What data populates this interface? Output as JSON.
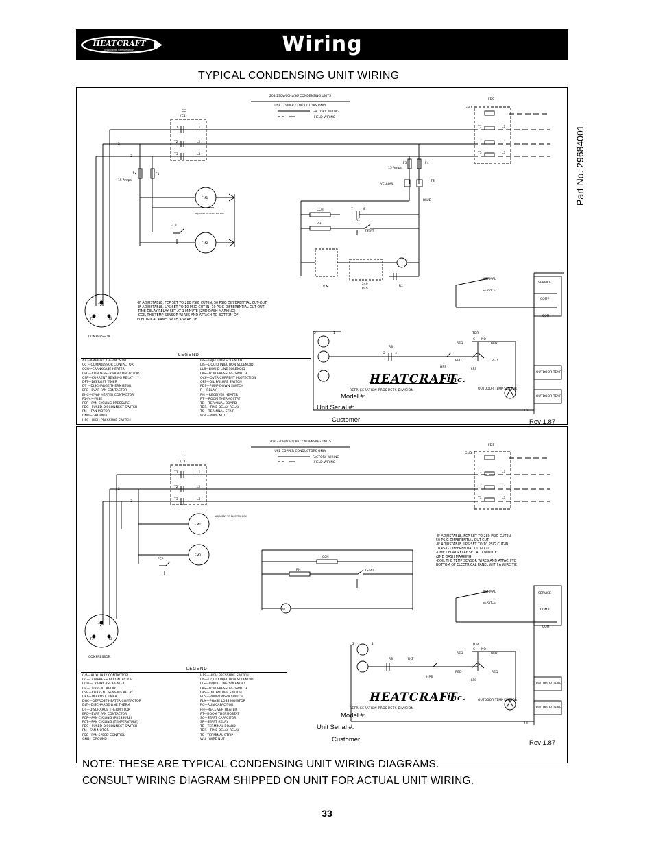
{
  "header": {
    "logo_text": "HEATCRAFT",
    "logo_sub": "Worldwide Refrigeration",
    "title": "Wiring"
  },
  "subtitle": "TYPICAL CONDENSING UNIT WIRING",
  "part_no": "Part No. 29684001",
  "diagram1": {
    "heading": "208-230V/60Hz/3Ø CONDENSING UNITS",
    "copper_note": "USE COPPER CONDUCTORS ONLY",
    "factory_wiring": "FACTORY WIRING",
    "field_wiring": "FIELD WIRING",
    "notes": [
      "-IF ADJUSTABLE, FCP SET TO 280 PSIG CUT-IN, 50 PSIG DIFFERENTIAL CUT-OUT",
      "-IF ADJUSTABLE, LPS SET TO 10 PSIG CUT-IN, 10 PSIG DIFFERENTIAL CUT-OUT",
      "-TIME DELAY RELAY SET AT 1 MINUTE (2ND DASH MARKING)",
      "-COIL THE TEMP SENSOR WIRES AND ATTACH TO BOTTOM OF",
      "  ELECTRICAL PANEL WITH A WIRE TIE"
    ],
    "legend_title": "LEGEND",
    "legend_left": [
      "AT —AMBIENT THERMOSTAT",
      "CC —COMPRESSOR CONTACTOR",
      "CCH—CRANKCASE HEATER",
      "CFC—CONDENSER FAN CONTACTOR",
      "CSR—CURRENT SENSING RELAY",
      "DFT—DEFROST TIMER",
      "DT —DISCHARGE THERMISTOR",
      "EFC—EVAP FAN CONTACTOR",
      "EHC—EVAP HEATER CONTACTOR",
      "F1-F4—FUSE",
      "FCP—FAN CYCLING PRESSURE",
      "FDS—FUSED DISCONNECT SWITCH",
      "FM —FAN MOTOR",
      "GND—GROUND",
      "HPS—HIGH PRESSURE SWITCH"
    ],
    "legend_right": [
      "INS—INJECTION SOLENOID",
      "LIS—LIQUID INJECTION SOLENOID",
      "LLS—LIQUID LINE SOLENOID",
      "LPS—LOW PRESSURE SWITCH",
      "OCP—OVER CURRENT PROTECTION",
      "OFS—OIL FAILURE SWITCH",
      "PDS—PUMP DOWN SWITCH",
      "R —RELAY",
      "RH —RECEIVER HEATER",
      "RT —ROOM THERMOSTAT",
      "TB —TERMINAL BOARD",
      "TDR—TIME DELAY RELAY",
      "TS —TERMINAL STRIP",
      "WN —WIRE NUT"
    ],
    "model": "Model #:",
    "serial": "Unit Serial #:",
    "customer": "Customer:",
    "rev": "Rev 1.87"
  },
  "diagram2": {
    "heading": "208-230V/60Hz/3Ø CONDENSING UNITS",
    "copper_note": "USE COPPER CONDUCTORS ONLY",
    "factory_wiring": "FACTORY WIRING",
    "field_wiring": "FIELD WIRING",
    "notes": [
      "-IF ADJUSTABLE, FCP SET TO 280 PSIG CUT-IN,",
      "  50 PSIG DIFFERENTIAL OUT-CUT",
      "-IF ADJUSTABLE, LPS SET TO 10 PSIG CUT-IN,",
      "  10 PSIG DIFFERENTIAL OUT-OUT",
      "-TIME DELAY RELAY SET AT 1 MINUTE",
      "  (2ND DASH MARKING)",
      "-COIL THE TEMP SENSOR WIRES AND ATTACH TO",
      "  BOTTOM OF ELECTRICAL PANEL WITH A WIRE TIE"
    ],
    "legend_title": "LEGEND",
    "legend_left": [
      "C/A—AUXILIARY CONTACTOR",
      "CC—COMPRESSOR CONTACTOR",
      "CCH—CRANKCASE HEATER",
      "CR—CURRENT RELAY",
      "CSR—CURRENT SENSING RELAY",
      "DFT—DEFROST TIMER",
      "DHC—DEFROST HEATER CONTACTOR",
      "DLT—DISCHARGE LINE THERM",
      "DT—DISCHARGE THERMISTOR",
      "EFC—EVAP FAN CONTACTOR",
      "FCP—FAN CYCLING (PRESSURE)",
      "FCT—FAN CYCLING (TEMPERATURE)",
      "FDS—FUSED DISCONNECT SWITCH",
      "FM—FAN MOTOR",
      "FSC—FAN SPEED CONTROL",
      "GND—GROUND"
    ],
    "legend_right": [
      "HPS—HIGH PRESSURE SWITCH",
      "LIS—LIQUID INJECTION SOLENOID",
      "LLS—LIQUID LINE SOLENOID",
      "LPS—LOW PRESSURE SWITCH",
      "OFS—OIL FAILURE SWITCH",
      "PDS—PUMP DOWN SWITCH",
      "PLM—PHASE LOSS MONITOR",
      "RC—RUN CAPACITOR",
      "RH—RECEIVER HEATER",
      "RT—ROOM THERMOSTAT",
      "SC—START CAPACITOR",
      "SR—START RELAY",
      "TB—TERMINAL BOARD",
      "TDR—TIME DELAY RELAY",
      "TS—TERMINAL STRIP",
      "WN—WIRE NUT"
    ],
    "model": "Model #:",
    "serial": "Unit Serial #:",
    "customer": "Customer:",
    "rev": "Rev 1.87"
  },
  "labels": {
    "fds": "FDS",
    "gnd": "GND",
    "cc": "CC",
    "c1": "(C1)",
    "t1": "T1",
    "t2": "T2",
    "t3": "T3",
    "l1": "L1",
    "l2": "L2",
    "l3": "L3",
    "f1": "F1",
    "f2": "F2",
    "f3": "F3",
    "f4": "F4",
    "amps15": "15 Amps",
    "fm1": "FM1",
    "fm2": "FM2",
    "fcp": "FCP",
    "adjacent": "ADJACENT TO ELECTRIC BOX",
    "yellow": "YELLOW",
    "blue": "BLUE",
    "ts": "TS",
    "cch": "CCH",
    "rh": "RH",
    "r1": "R1",
    "tstat": "TSTAT",
    "dcm": "DCM",
    "ofs": "OFS",
    "v240": "240",
    "normal": "NORMAL",
    "service": "SERVICE",
    "comp": "COMP",
    "com": "COM",
    "tdr": "TDR",
    "red": "RED",
    "no": "NO",
    "c": "C",
    "r8": "R8",
    "hps": "HPS",
    "lps": "LPS",
    "dlt": "DLT",
    "outdoor_temp": "OUTDOOR TEMP",
    "outdoor_temp_sensor": "OUTDOOR TEMP SENSOR",
    "tb": "TB",
    "compressor": "COMPRESSOR",
    "brand": "HEATCRAFT",
    "brand_inc": "Inc.",
    "brand_div": "REFRIGERATION PRODUCTS DIVISION",
    "n1": "1",
    "n2": "2",
    "n3": "3",
    "n4": "4",
    "n7": "7",
    "n8": "8"
  },
  "notes": {
    "line1": "NOTE: THESE ARE TYPICAL CONDENSING UNIT WIRING DIAGRAMS.",
    "line2": "CONSULT WIRING DIAGRAM SHIPPED ON UNIT FOR ACTUAL UNIT WIRING."
  },
  "page_number": "33"
}
